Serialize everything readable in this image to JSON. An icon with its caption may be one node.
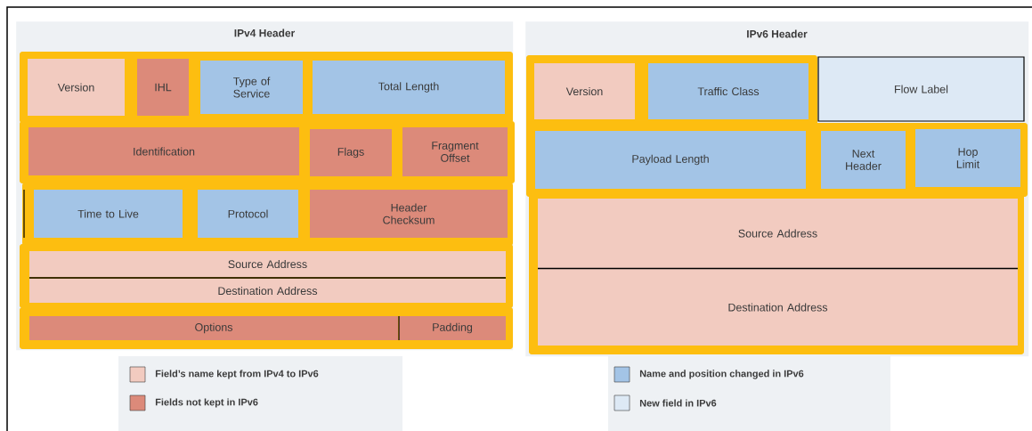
{
  "diagram": {
    "nodes": [
      {
        "text": [
          "IPv4 Header"
        ]
      },
      {
        "text": [
          "Version"
        ],
        "in": 0
      },
      {
        "text": [
          "IHL"
        ],
        "in": 0
      },
      {
        "text": [
          "Type of Service"
        ],
        "in": 0
      },
      {
        "text": [
          "Total Length"
        ],
        "in": 0
      },
      {
        "text": [
          "Identification"
        ],
        "in": 0
      },
      {
        "text": [
          "Flags"
        ],
        "in": 0
      },
      {
        "text": [
          "Fragment Offset"
        ],
        "in": 0
      },
      {
        "text": [
          "Time to Live"
        ],
        "in": 0
      },
      {
        "text": [
          "Protocol"
        ],
        "in": 0
      },
      {
        "text": [
          "Header Checksum"
        ],
        "in": 0
      },
      {
        "text": [
          "Source Address"
        ],
        "in": 0
      },
      {
        "text": [
          "Destination Address"
        ],
        "in": 0
      },
      {
        "text": [
          "Options"
        ],
        "in": 0
      },
      {
        "text": [
          "Padding"
        ],
        "in": 0
      },
      {
        "text": [
          "IPv6 Header"
        ]
      },
      {
        "text": [
          "Version"
        ],
        "in": 15
      },
      {
        "text": [
          "Traffic Class"
        ],
        "in": 15
      },
      {
        "text": [
          "Flow Label"
        ],
        "in": 15
      },
      {
        "text": [
          "Payload Length"
        ],
        "in": 15
      },
      {
        "text": [
          "Next Header"
        ],
        "in": 15
      },
      {
        "text": [
          "Hop Limit"
        ],
        "in": 15
      },
      {
        "text": [
          "Source Address"
        ],
        "in": 15
      },
      {
        "text": [
          "Destination Address"
        ],
        "in": 15
      }
    ],
    "legend": [
      {
        "text": "Field’s name kept from IPv4 to IPv6",
        "color": "#f2cbc0"
      },
      {
        "text": "Fields not kept in IPv6",
        "color": "#dc8a7a"
      },
      {
        "text": "Name and position changed in IPv6",
        "color": "#a3c4e6"
      },
      {
        "text": "New field in IPv6",
        "color": "#dde9f5"
      }
    ]
  }
}
